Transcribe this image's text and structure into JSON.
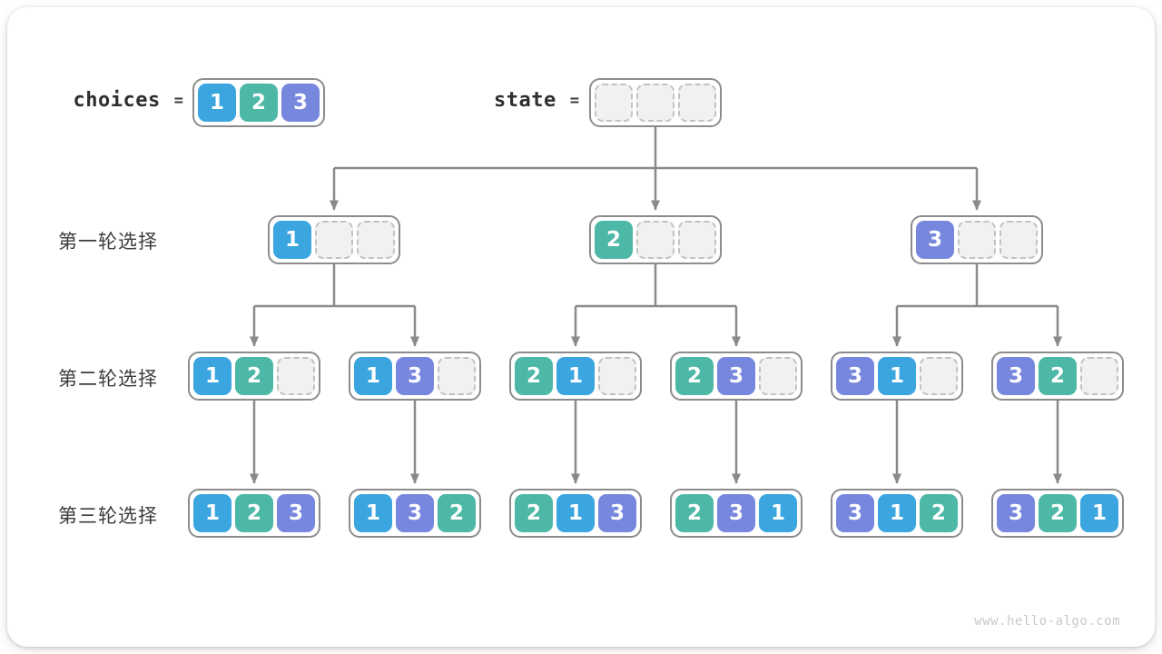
{
  "header": {
    "choices_label": "choices",
    "choices_equals": "=",
    "state_label": "state",
    "state_equals": "=",
    "choices_values": [
      1,
      2,
      3
    ],
    "state_empty_slots": 3
  },
  "tree": {
    "slots_per_node": 3,
    "rows": [
      {
        "label": "第一轮选择",
        "nodes": [
          [
            1
          ],
          [
            2
          ],
          [
            3
          ]
        ]
      },
      {
        "label": "第二轮选择",
        "nodes": [
          [
            1,
            2
          ],
          [
            1,
            3
          ],
          [
            2,
            1
          ],
          [
            2,
            3
          ],
          [
            3,
            1
          ],
          [
            3,
            2
          ]
        ]
      },
      {
        "label": "第三轮选择",
        "nodes": [
          [
            1,
            2,
            3
          ],
          [
            1,
            3,
            2
          ],
          [
            2,
            1,
            3
          ],
          [
            2,
            3,
            1
          ],
          [
            3,
            1,
            2
          ],
          [
            3,
            2,
            1
          ]
        ]
      }
    ]
  },
  "watermark": "www.hello-algo.com",
  "colors": {
    "value_1": "#3BA5E0",
    "value_2": "#4DB8A6",
    "value_3": "#7787DE",
    "empty_fill": "#F1F1F1",
    "node_border": "#8C8C8C",
    "connector": "#8A8A8A",
    "text": "#3C3C3C",
    "watermark_text": "#C9C9C9"
  }
}
